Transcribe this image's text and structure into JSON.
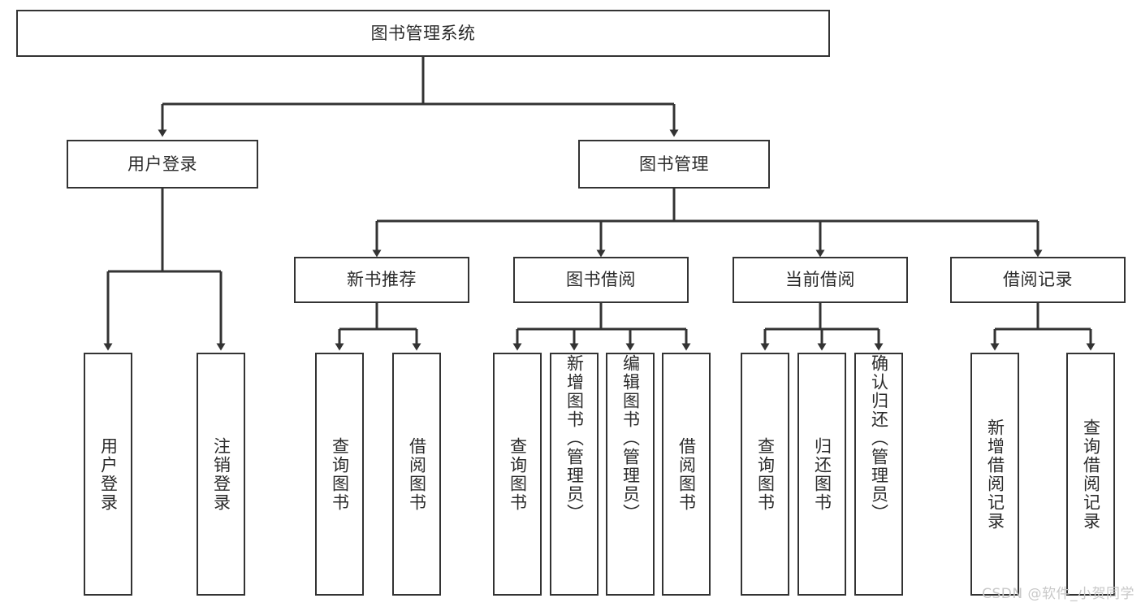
{
  "diagram": {
    "type": "tree-hierarchy",
    "title": "图书管理系统",
    "watermark": "CSDN @软件_小贺同学",
    "colors": {
      "box_border": "#333333",
      "box_fill": "#ffffff",
      "connector": "#333333",
      "text": "#2b2b2b",
      "watermark": "#c8c8c8",
      "background": "#ffffff"
    },
    "nodes": {
      "root": {
        "label": "图书管理系统"
      },
      "level2": [
        {
          "id": "user-login",
          "label": "用户登录"
        },
        {
          "id": "book-manage",
          "label": "图书管理"
        }
      ],
      "level3": [
        {
          "id": "new-book-recommend",
          "label": "新书推荐"
        },
        {
          "id": "book-borrow",
          "label": "图书借阅"
        },
        {
          "id": "current-borrow",
          "label": "当前借阅"
        },
        {
          "id": "borrow-record",
          "label": "借阅记录"
        }
      ],
      "leaves": {
        "user_login": [
          {
            "id": "leaf-user-login",
            "label": "用户登录"
          },
          {
            "id": "leaf-logout-login",
            "label": "注销登录"
          }
        ],
        "new_book_recommend": [
          {
            "id": "leaf-query-book-1",
            "label": "查询图书"
          },
          {
            "id": "leaf-borrow-book-1",
            "label": "借阅图书"
          }
        ],
        "book_borrow": [
          {
            "id": "leaf-query-book-2",
            "label": "查询图书"
          },
          {
            "id": "leaf-add-book",
            "label": "新增图书（管理员）"
          },
          {
            "id": "leaf-edit-book",
            "label": "编辑图书（管理员）"
          },
          {
            "id": "leaf-borrow-book-2",
            "label": "借阅图书"
          }
        ],
        "current_borrow": [
          {
            "id": "leaf-query-book-3",
            "label": "查询图书"
          },
          {
            "id": "leaf-return-book",
            "label": "归还图书"
          },
          {
            "id": "leaf-confirm-return",
            "label": "确认归还（管理员）"
          }
        ],
        "borrow_record": [
          {
            "id": "leaf-add-record",
            "label": "新增借阅记录"
          },
          {
            "id": "leaf-query-record",
            "label": "查询借阅记录"
          }
        ]
      }
    }
  }
}
